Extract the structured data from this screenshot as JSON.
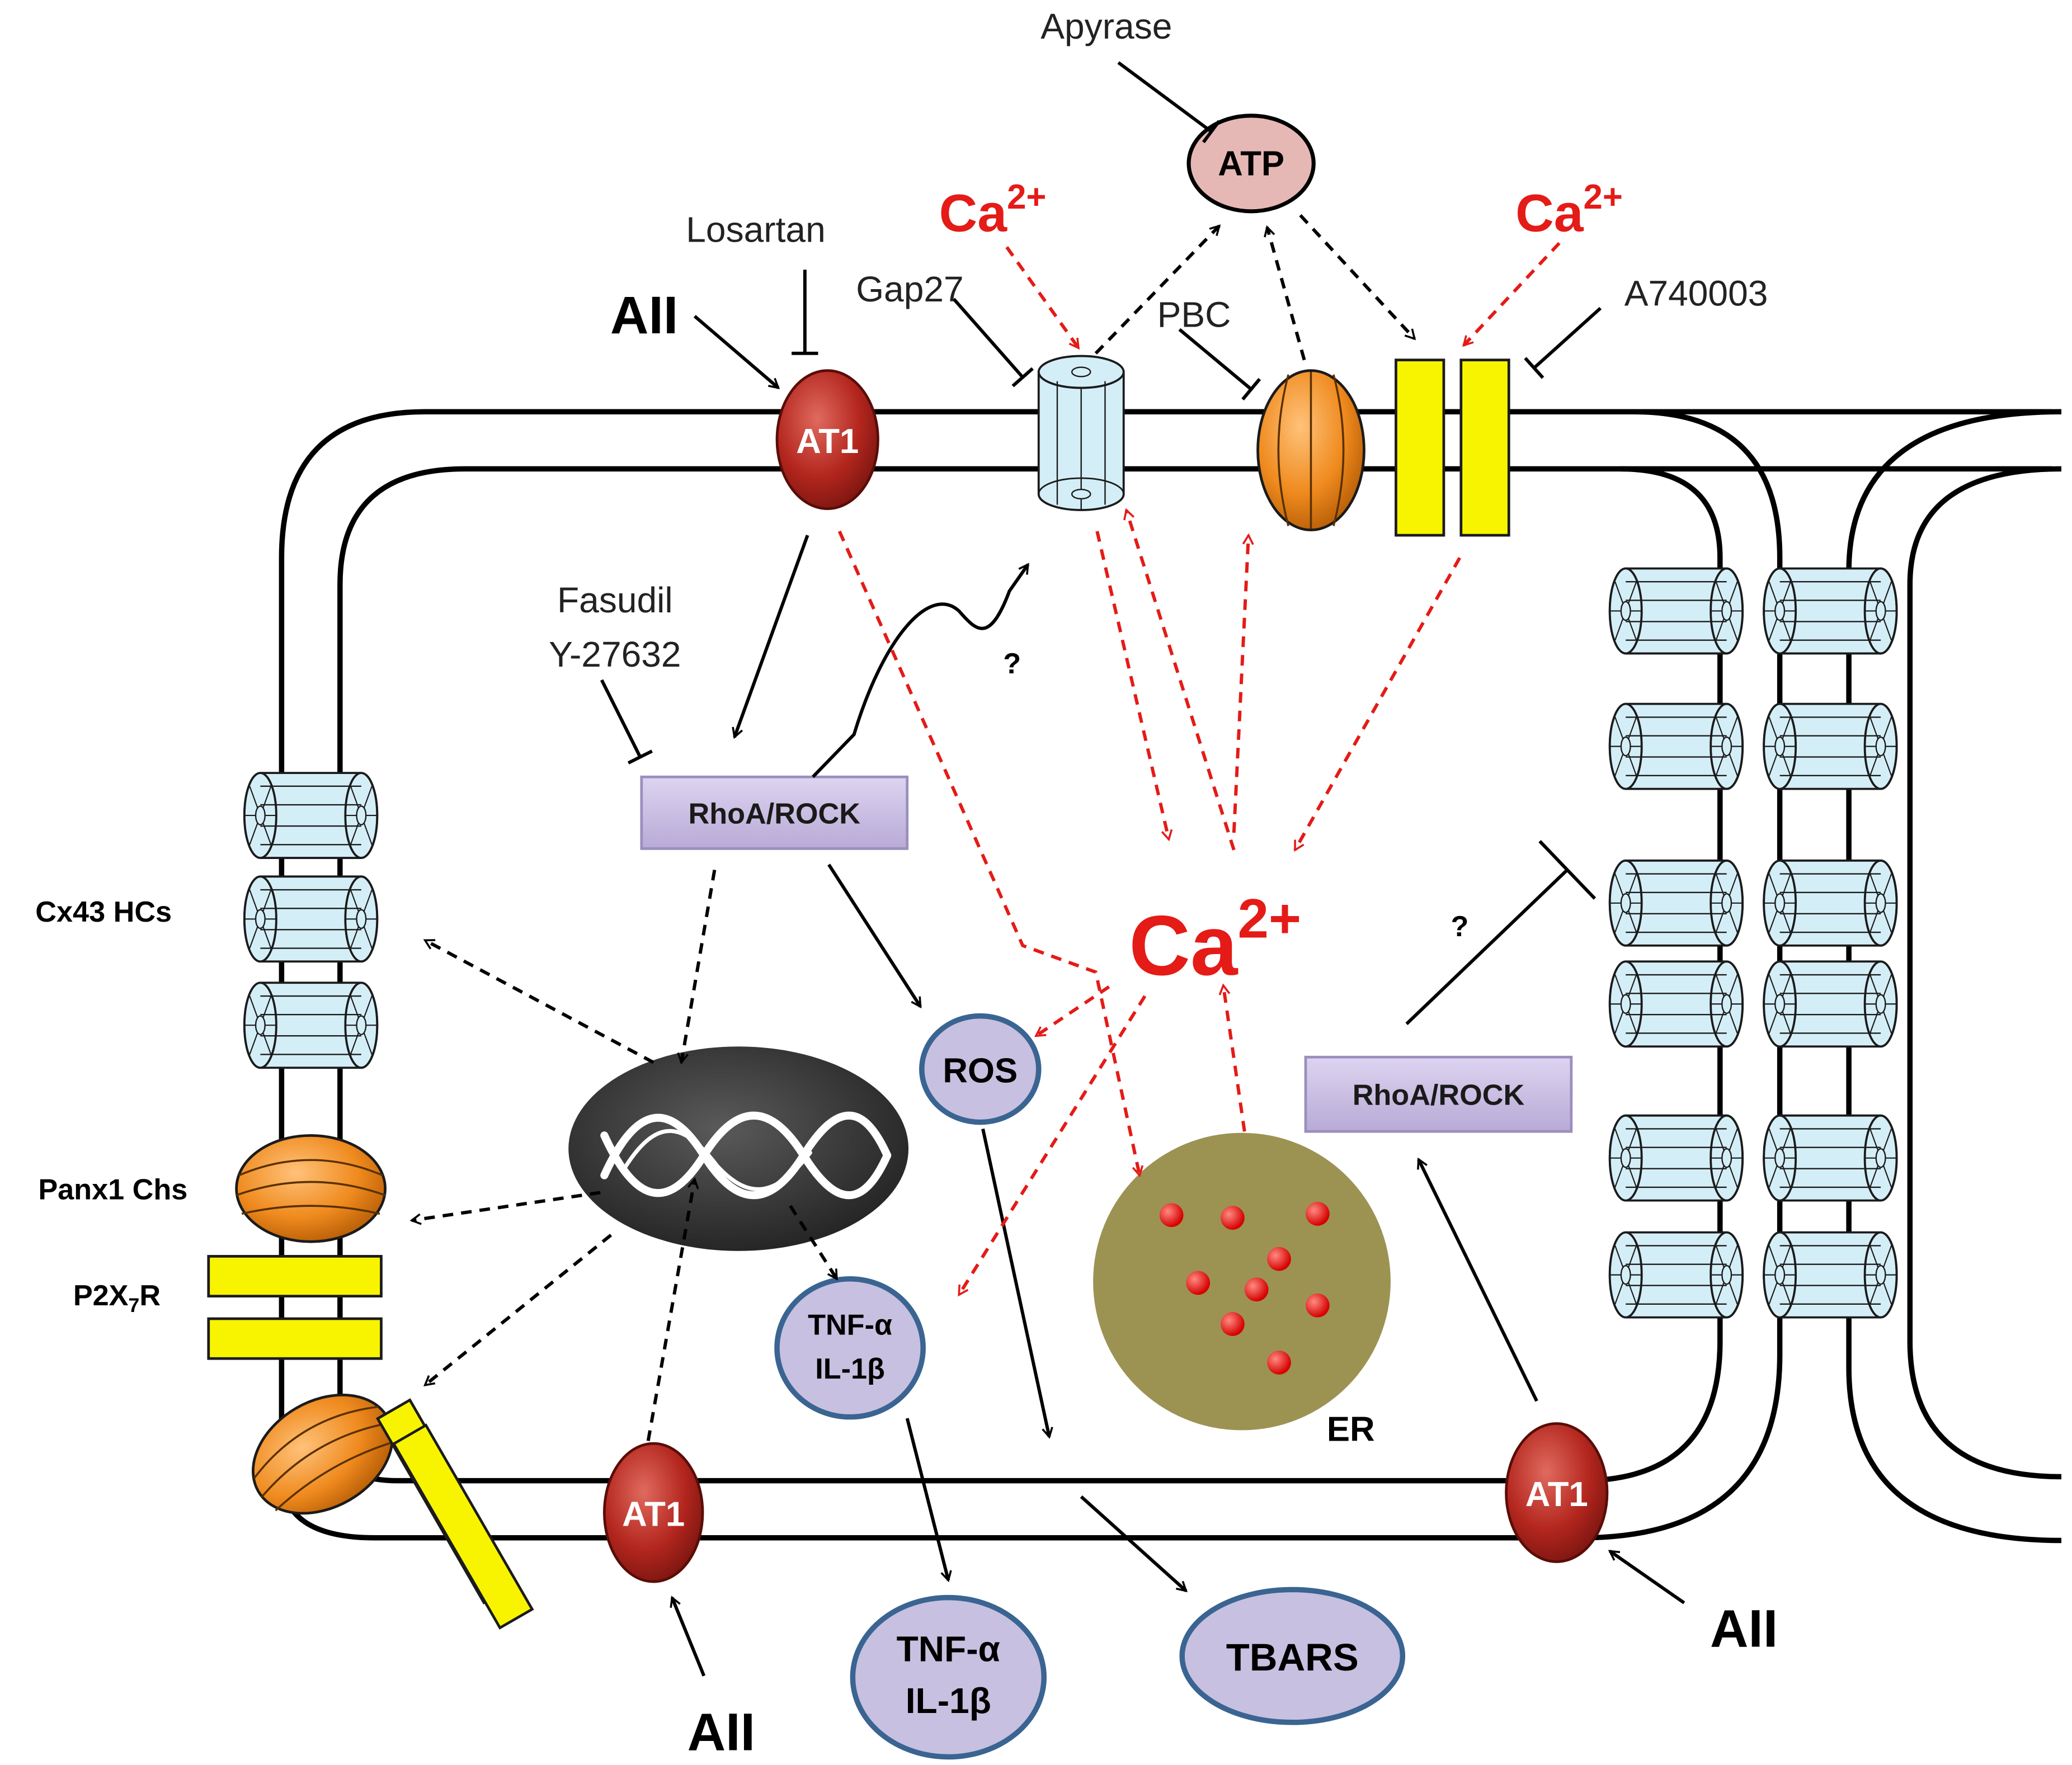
{
  "labels": {
    "apyrase": "Apyrase",
    "atp": "ATP",
    "losartan": "Losartan",
    "gap27": "Gap27",
    "pbc": "PBC",
    "a740003": "A740003",
    "ca_top_left_main": "Ca",
    "ca_top_left_sup": "2+",
    "ca_top_right_main": "Ca",
    "ca_top_right_sup": "2+",
    "ca_center_main": "Ca",
    "ca_center_sup": "2+",
    "aii_top": "AII",
    "aii_bottom_left": "AII",
    "aii_bottom_right": "AII",
    "at1_top": "AT1",
    "at1_bottom": "AT1",
    "at1_right": "AT1",
    "fasudil": "Fasudil",
    "y27632": "Y-27632",
    "rhoa_rock_left": "RhoA/ROCK",
    "rhoa_rock_right": "RhoA/ROCK",
    "cx43_hcs": "Cx43 HCs",
    "panx1_chs": "Panx1 Chs",
    "p2x7r_main": "P2X",
    "p2x7r_sub": "7",
    "p2x7r_end": "R",
    "ros": "ROS",
    "tnf_inner_1": "TNF-α",
    "tnf_inner_2": "IL-1β",
    "tnf_outer_1": "TNF-α",
    "tnf_outer_2": "IL-1β",
    "tbars": "TBARS",
    "er": "ER",
    "question_top": "?",
    "question_right": "?"
  },
  "colors": {
    "calcium_red": "#e41b17",
    "at1_red": "#c0392b",
    "connexin_blue": "#d4eef7",
    "pannexin_orange": "#ef8a1e",
    "p2x7_yellow": "#f8f400",
    "box_purple": "#c9bde3",
    "oval_purple": "#c7c0e0",
    "oval_border": "#3a6491",
    "atp_fill": "#e6b8b5",
    "nucleus": "#3b3b3b",
    "er_fill": "#9c9353"
  }
}
